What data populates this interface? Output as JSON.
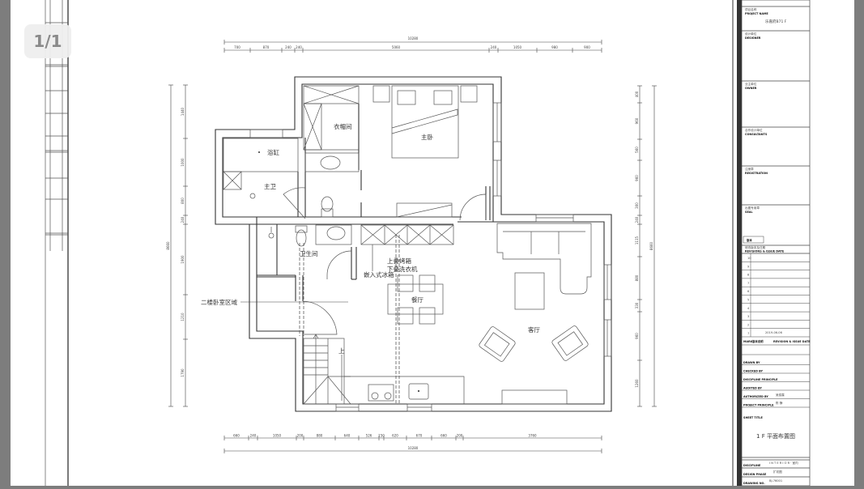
{
  "viewer": {
    "page_indicator": "1/1"
  },
  "rooms": {
    "bathtub": "浴缸",
    "master_bath": "主卫",
    "closet": "衣帽间",
    "master_bedroom": "主卧",
    "toilet": "卫生间",
    "dining": "餐厅",
    "living": "客厅",
    "stairs_up": "上"
  },
  "annotations": {
    "oven": "上叠烤箱",
    "washer": "下叠洗衣机",
    "fridge": "嵌入式冰箱",
    "upstairs_area": "二楼卧室区域"
  },
  "dimensions": {
    "top_total": "10280",
    "top": [
      "700",
      "870",
      "240",
      "240",
      "5060",
      "240",
      "1050",
      "980",
      "900"
    ],
    "bottom_total": "10280",
    "bottom": [
      "660",
      "240",
      "1050",
      "200",
      "880",
      "640",
      "526",
      "150",
      "620",
      "670",
      "660",
      "200",
      "3760"
    ],
    "left_total": "8660",
    "left": [
      "1440",
      "1000",
      "800",
      "240",
      "1900",
      "1210",
      "1790"
    ],
    "right_total": "8660",
    "right": [
      "400",
      "960",
      "560",
      "960",
      "300",
      "240",
      "1115",
      "880",
      "330",
      "960",
      "1260"
    ]
  },
  "title_block": {
    "project_label": "项目名称",
    "project_label_en": "PROJECT NAME",
    "project_name": "乐嘉府B71 F",
    "designer_label": "设计单位",
    "designer_label_en": "DESIGNER",
    "owner_label": "业主单位",
    "owner_label_en": "OWNER",
    "consultants_label": "合作设计单位",
    "consultants_label_en": "CONSULTANTS",
    "registration_label": "注册章",
    "registration_label_en": "REGISTRATION",
    "seal_label": "出图专用章",
    "seal_label_en": "SEAL",
    "version_label": "版本",
    "revisions_label": "修改版本及日期",
    "revisions_label_en": "REVISIONS & ISSUE DATE",
    "revision_rows": [
      "10",
      "9",
      "8",
      "7",
      "6",
      "5",
      "4",
      "3",
      "2",
      "1"
    ],
    "revision_date": "2019-06-06",
    "mark_label": "MARK",
    "mark_desc": "版本说明",
    "mark_date": "REVISION & ISSUE DATE",
    "drawn_by": "DRAWN BY",
    "checked_by": "CHECKED BY",
    "discipline_principle": "DISCIPLINE PRINCIPLE",
    "audited_by": "AUDITED BY",
    "authorized_by": "AUTHORIZED BY",
    "authorized_name": "吴俊霖",
    "project_principle": "PROJECT PRINCIPLE",
    "project_principle_name": "陈 静",
    "sheet_title_label": "SHEET TITLE",
    "sheet_title": "1 F  平面布置图",
    "discipline_label": "DISCIPLINE",
    "discipline": "I N T E R I O R · 室内",
    "phase_label": "DESIGN PHASE",
    "phase": "扩初图",
    "drawing_no_label": "DRAWING NO.",
    "drawing_no": "BJ-76001"
  }
}
